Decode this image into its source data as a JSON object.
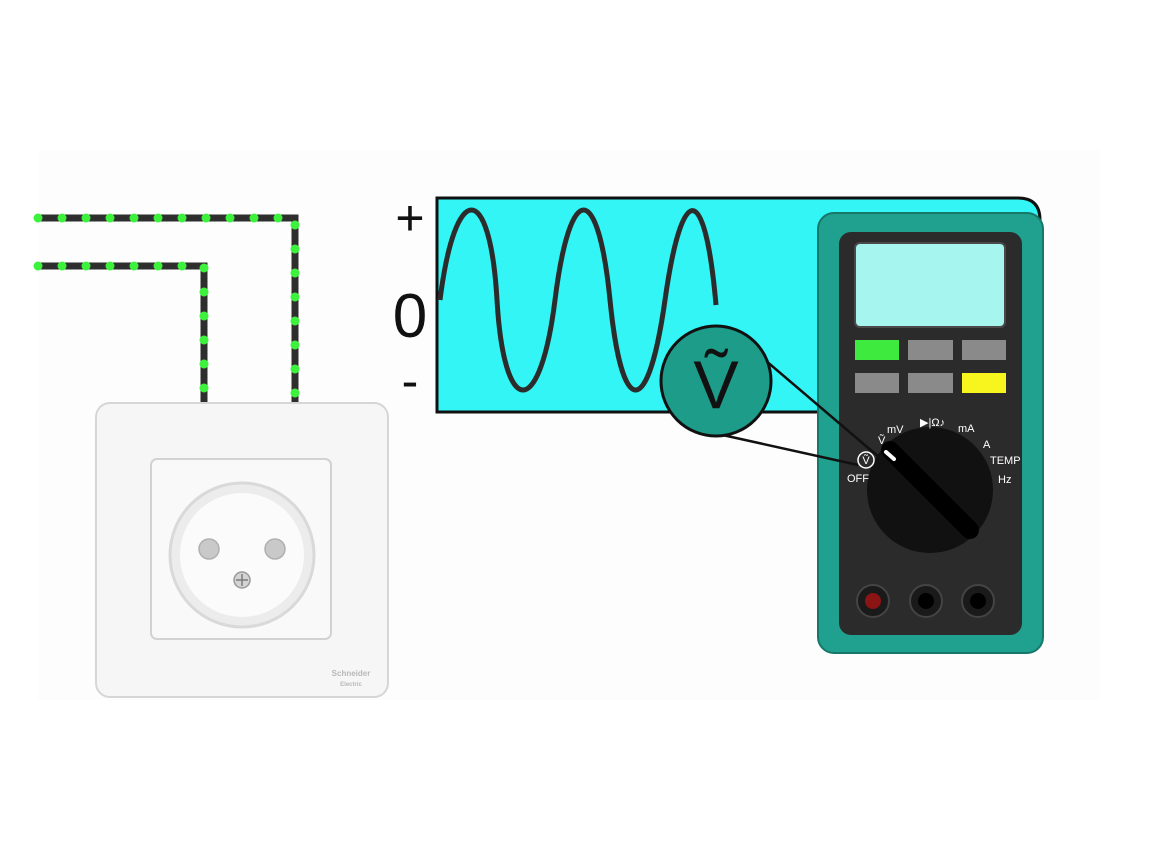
{
  "waveform": {
    "plus_label": "+",
    "zero_label": "0",
    "minus_label": "-"
  },
  "indicator": {
    "symbol": "Ṽ"
  },
  "multimeter": {
    "dial_labels": {
      "voltage": "Ṽ",
      "off": "OFF",
      "millivolt": "mV",
      "resistance": "▶|Ω♪",
      "milliamp": "mA",
      "amp": "A",
      "temp": "TEMP",
      "hertz": "Hz"
    },
    "display_value": ""
  },
  "outlet": {
    "brand_line1": "Schneider",
    "brand_line2": "Electric"
  },
  "colors": {
    "wave_background": "#33f5f5",
    "multimeter_body": "#20a08e",
    "multimeter_face": "#2b2b2b",
    "screen": "#a6f5ee",
    "button_green": "#3dea3d",
    "button_yellow": "#f7f51d",
    "button_gray": "#8a8a8a",
    "wire_dark": "#2e2e2e",
    "wire_dots": "#3cf23c",
    "indicator_fill": "#1e9c8a"
  }
}
